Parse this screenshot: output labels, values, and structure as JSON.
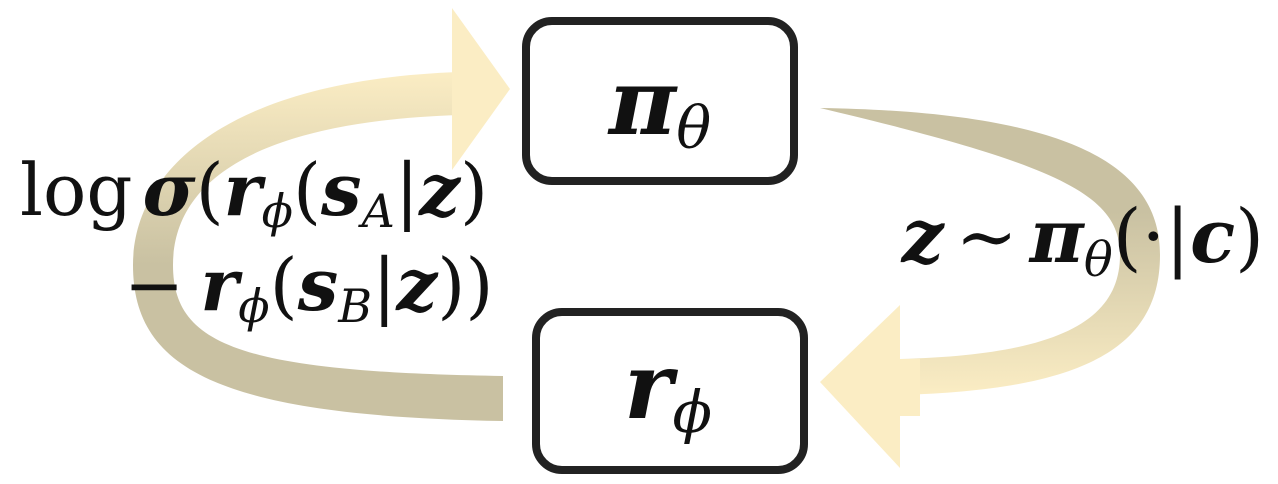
{
  "colors": {
    "arrow_light": "#fbedc4",
    "arrow_dark": "#c9c1a2",
    "box_stroke": "#222222",
    "text": "#111111",
    "background": "#ffffff"
  },
  "nodes": {
    "policy": {
      "symbol": "π",
      "subscript": "θ"
    },
    "reward": {
      "symbol": "r",
      "subscript": "ϕ"
    }
  },
  "labels": {
    "sample": {
      "z": "z",
      "sim": "∼",
      "pi": "π",
      "pi_sub": "θ",
      "open": "(",
      "dot": "·",
      "bar": "|",
      "c": "c",
      "close": ")"
    },
    "objective": {
      "line1": {
        "log": "log",
        "sigma": "σ",
        "open1": "(",
        "r": "r",
        "r_sub": "ϕ",
        "open2": "(",
        "s": "s",
        "s_sub": "A",
        "bar": "|",
        "z": "z",
        "close": ")"
      },
      "line2": {
        "minus": "−",
        "r": "r",
        "r_sub": "ϕ",
        "open": "(",
        "s": "s",
        "s_sub": "B",
        "bar": "|",
        "z": "z",
        "close": "))"
      }
    }
  }
}
